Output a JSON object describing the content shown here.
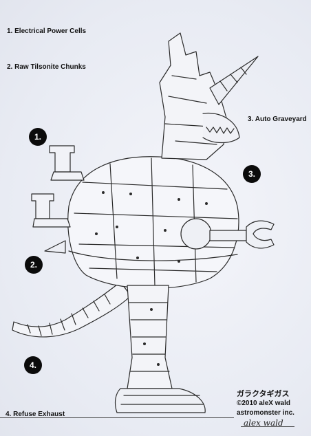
{
  "labels": {
    "l1": "1. Electrical Power Cells",
    "l2": "2. Raw Tilsonite Chunks",
    "l3": "3. Auto Graveyard",
    "l4": "4. Refuse Exhaust"
  },
  "markers": {
    "m1": "1.",
    "m2": "2.",
    "m3": "3.",
    "m4": "4."
  },
  "credit": {
    "title_jp": "ガラクタギガス",
    "copyright": "©2010 aleX wald",
    "company": "astromonster inc."
  },
  "signature": "alex wald",
  "colors": {
    "ink": "#1a1a1a",
    "paper": "#eef0f6",
    "marker_fill": "#0b0b0b"
  }
}
